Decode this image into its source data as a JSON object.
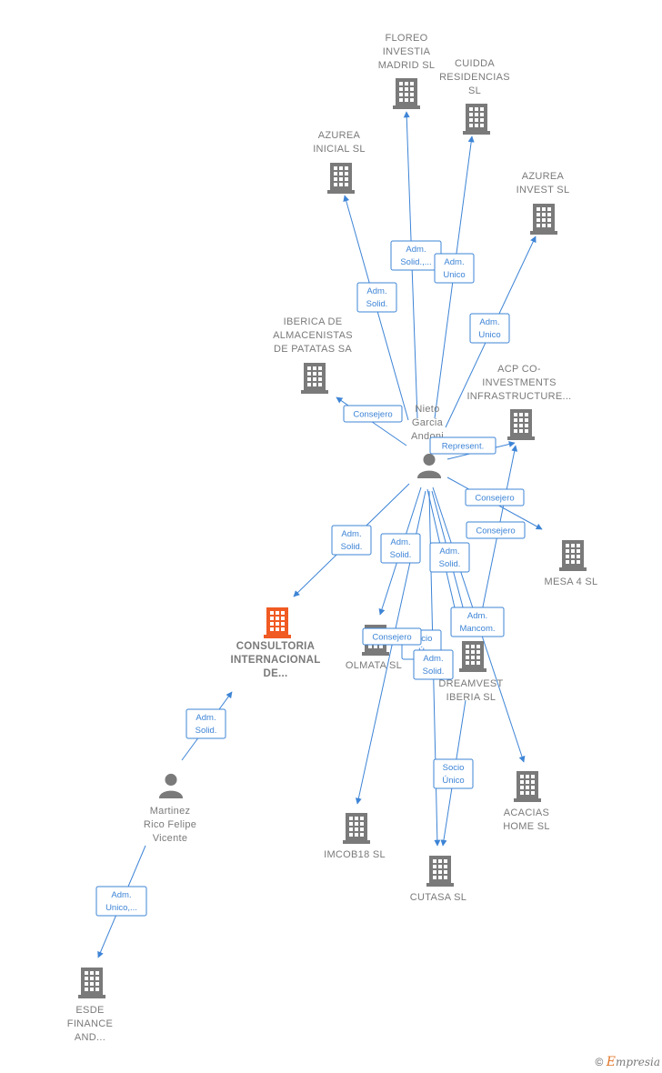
{
  "colors": {
    "edge": "#3d84d6",
    "company": "#7a7a7a",
    "main_company": "#f05a23",
    "person": "#7a7a7a"
  },
  "nodes": [
    {
      "id": "floreo",
      "type": "company",
      "lines": [
        "FLOREO",
        "INVESTIA",
        "MADRID SL"
      ]
    },
    {
      "id": "cuidda",
      "type": "company",
      "lines": [
        "CUIDDA",
        "RESIDENCIAS",
        "SL"
      ]
    },
    {
      "id": "azurea_inicial",
      "type": "company",
      "lines": [
        "AZUREA",
        "INICIAL  SL"
      ]
    },
    {
      "id": "azurea_invest",
      "type": "company",
      "lines": [
        "AZUREA",
        "INVEST  SL"
      ]
    },
    {
      "id": "iberica",
      "type": "company",
      "lines": [
        "IBERICA DE",
        "ALMACENISTAS",
        "DE PATATAS SA"
      ]
    },
    {
      "id": "acp",
      "type": "company",
      "lines": [
        "ACP CO-",
        "INVESTMENTS",
        "INFRASTRUCTURE..."
      ]
    },
    {
      "id": "nieto",
      "type": "person",
      "lines": [
        "Nieto",
        "Garcia",
        "Andoni"
      ]
    },
    {
      "id": "mesa4",
      "type": "company",
      "lines": [
        "MESA 4  SL"
      ]
    },
    {
      "id": "consultoria",
      "type": "main",
      "lines": [
        "CONSULTORIA",
        "INTERNACIONAL",
        "DE..."
      ]
    },
    {
      "id": "olmata",
      "type": "company",
      "lines": [
        "OLMATA SL"
      ]
    },
    {
      "id": "dreamvest",
      "type": "company",
      "lines": [
        "DREAMVEST",
        "IBERIA  SL"
      ]
    },
    {
      "id": "martinez",
      "type": "person",
      "lines": [
        "Martinez",
        "Rico Felipe",
        "Vicente"
      ]
    },
    {
      "id": "acacias",
      "type": "company",
      "lines": [
        "ACACIAS",
        "HOME  SL"
      ]
    },
    {
      "id": "imcob18",
      "type": "company",
      "lines": [
        "IMCOB18  SL"
      ]
    },
    {
      "id": "cutasa",
      "type": "company",
      "lines": [
        "CUTASA SL"
      ]
    },
    {
      "id": "esde",
      "type": "company",
      "lines": [
        "ESDE",
        "FINANCE",
        "AND..."
      ]
    }
  ],
  "edges": [
    {
      "id": "e_floreo",
      "lines": [
        "Adm.",
        "Solid.,..."
      ]
    },
    {
      "id": "e_cuidda",
      "lines": [
        "Adm.",
        "Unico"
      ]
    },
    {
      "id": "e_azurea_inicial",
      "lines": [
        "Adm.",
        "Solid."
      ]
    },
    {
      "id": "e_azurea_invest",
      "lines": [
        "Adm.",
        "Unico"
      ]
    },
    {
      "id": "e_iberica",
      "lines": [
        "Consejero"
      ]
    },
    {
      "id": "e_acp",
      "lines": [
        "Represent."
      ]
    },
    {
      "id": "e_mesa_c1",
      "lines": [
        "Consejero"
      ]
    },
    {
      "id": "e_mesa_c2",
      "lines": [
        "Consejero"
      ]
    },
    {
      "id": "e_consultoria",
      "lines": [
        "Adm.",
        "Solid."
      ]
    },
    {
      "id": "e_olmata",
      "lines": [
        "Adm.",
        "Solid."
      ]
    },
    {
      "id": "e_dream_solid",
      "lines": [
        "Adm.",
        "Solid."
      ]
    },
    {
      "id": "e_dream_mancom",
      "lines": [
        "Adm.",
        "Mancom."
      ]
    },
    {
      "id": "e_olmata_cons",
      "lines": [
        "Consejero"
      ]
    },
    {
      "id": "e_socio_hidden",
      "lines": [
        "Socio",
        "Ú"
      ]
    },
    {
      "id": "e_adm_solid_small",
      "lines": [
        "Adm.",
        "Solid."
      ]
    },
    {
      "id": "e_cutasa_socio",
      "lines": [
        "Socio",
        "Único"
      ]
    },
    {
      "id": "e_martinez_cons",
      "lines": [
        "Adm.",
        "Solid."
      ]
    },
    {
      "id": "e_martinez_esde",
      "lines": [
        "Adm.",
        "Unico,..."
      ]
    }
  ],
  "brand": {
    "copyright": "©",
    "e": "E",
    "rest": "mpresia"
  }
}
